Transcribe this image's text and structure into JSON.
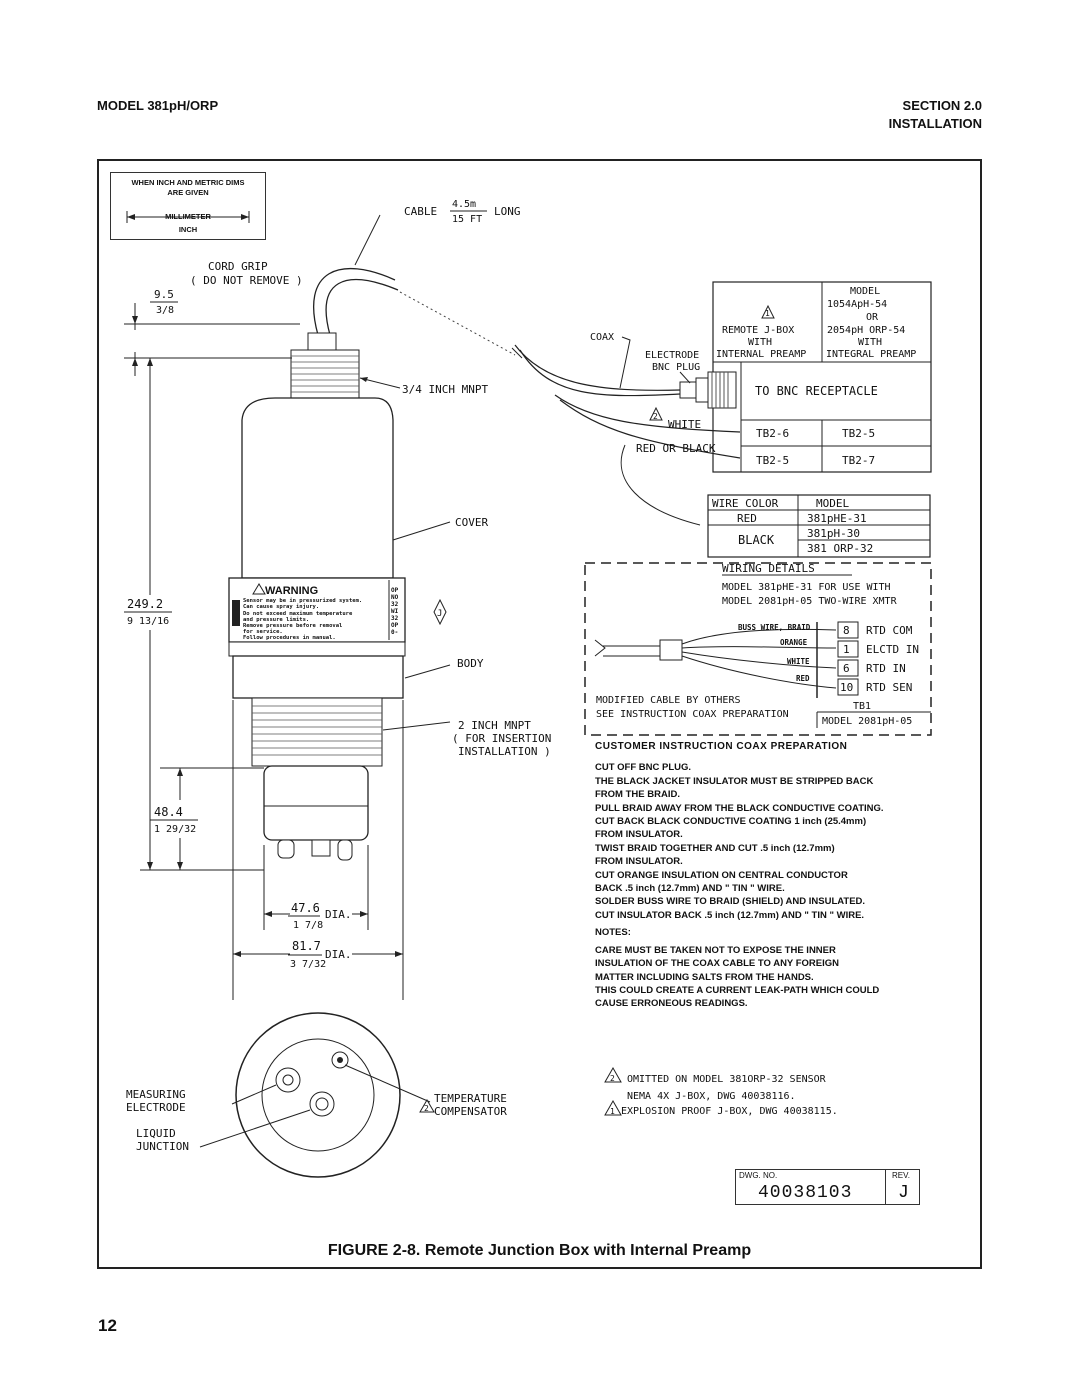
{
  "header": {
    "left": "MODEL 381pH/ORP",
    "right_line1": "SECTION 2.0",
    "right_line2": "INSTALLATION"
  },
  "legend": {
    "line1": "WHEN INCH AND METRIC DIMS",
    "line2": "ARE GIVEN",
    "top": "MILLIMETER",
    "bottom": "INCH"
  },
  "sensor": {
    "cable": "CABLE",
    "cable_len_top": "4.5m",
    "cable_len_bottom": "15 FT",
    "cable_long": "LONG",
    "cord_grip": "CORD GRIP",
    "cord_grip_note": "( DO NOT REMOVE )",
    "mnpt_top": "3/4 INCH MNPT",
    "cover": "COVER",
    "warning": "WARNING",
    "warning_body": [
      "Sensor may be in pressurized system.",
      "Can cause spray injury.",
      "Do not exceed maximum temperature",
      "and pressure limits.",
      "Remove pressure before removal",
      "for service.",
      "Follow procedures in manual."
    ],
    "rev_mark": "J",
    "body": "BODY",
    "mnpt_bottom_1": "2 INCH MNPT",
    "mnpt_bottom_2": "( FOR INSERTION",
    "mnpt_bottom_3": "INSTALLATION )",
    "dim_9_5": "9.5",
    "dim_3_8": "3/8",
    "dim_249_2": "249.2",
    "dim_9_13_16": "9 13/16",
    "dim_48_4": "48.4",
    "dim_1_29_32": "1 29/32",
    "dim_47_6": "47.6",
    "dim_1_7_8": "1 7/8",
    "dim_81_7": "81.7",
    "dim_3_7_32": "3 7/32",
    "dia": "DIA.",
    "measuring_1": "MEASURING",
    "measuring_2": "ELECTRODE",
    "liquid_1": "LIQUID",
    "liquid_2": "JUNCTION",
    "temp_1": "TEMPERATURE",
    "temp_2": "COMPENSATOR",
    "note_2": "2",
    "label_op": [
      "OP",
      "NO",
      "32",
      "WI",
      "32",
      "OP",
      "0-"
    ]
  },
  "jbox_table": {
    "col1": [
      "REMOTE J-BOX",
      "WITH",
      "INTERNAL PREAMP"
    ],
    "col2": [
      "MODEL",
      "1054ApH-54",
      "OR",
      "2054pH ORP-54",
      "WITH",
      "INTEGRAL PREAMP"
    ],
    "note_1": "1",
    "bnc_receptacle": "TO BNC RECEPTACLE",
    "row1": [
      "TB2-6",
      "TB2-5"
    ],
    "row2": [
      "TB2-5",
      "TB2-7"
    ],
    "coax": "COAX",
    "electrode_bnc_1": "ELECTRODE",
    "electrode_bnc_2": "BNC PLUG",
    "white": "WHITE",
    "red_or_black": "RED OR BLACK"
  },
  "wire_table": {
    "headers": [
      "WIRE COLOR",
      "MODEL"
    ],
    "red": "RED",
    "red_model": "381pHE-31",
    "black": "BLACK",
    "black_models": [
      "381pH-30",
      "381 ORP-32"
    ]
  },
  "wiring_details": {
    "title": "WIRING DETAILS",
    "line1": "MODEL 381pHE-31 FOR USE WITH",
    "line2": "MODEL 2081pH-05 TWO-WIRE XMTR",
    "wires": [
      "BUSS WIRE, BRAID",
      "ORANGE",
      "WHITE",
      "RED"
    ],
    "terms": [
      {
        "num": "8",
        "label": "RTD COM"
      },
      {
        "num": "1",
        "label": "ELCTD IN"
      },
      {
        "num": "6",
        "label": "RTD IN"
      },
      {
        "num": "10",
        "label": "RTD SEN"
      }
    ],
    "modified_1": "MODIFIED CABLE BY OTHERS",
    "modified_2": "SEE INSTRUCTION COAX PREPARATION",
    "tb1": "TB1",
    "model_2081": "MODEL 2081pH-05"
  },
  "instructions": {
    "title": "CUSTOMER INSTRUCTION COAX PREPARATION",
    "lines": [
      "CUT OFF BNC PLUG.",
      "THE BLACK JACKET INSULATOR MUST BE STRIPPED BACK",
      "FROM THE BRAID.",
      "PULL BRAID AWAY FROM THE BLACK CONDUCTIVE COATING.",
      "CUT BACK BLACK CONDUCTIVE COATING 1 inch (25.4mm)",
      "FROM INSULATOR.",
      "TWIST BRAID TOGETHER AND CUT .5 inch (12.7mm)",
      "FROM INSULATOR.",
      "CUT ORANGE INSULATION ON CENTRAL CONDUCTOR",
      "BACK .5 inch (12.7mm) AND \" TIN \" WIRE.",
      "SOLDER BUSS WIRE TO BRAID (SHIELD) AND INSULATED.",
      "CUT INSULATOR BACK .5 inch (12.7mm) AND \" TIN \" WIRE."
    ],
    "notes_title": "NOTES:",
    "notes": [
      "CARE MUST BE TAKEN NOT TO EXPOSE THE INNER",
      "INSULATION OF THE COAX CABLE TO ANY FOREIGN",
      "MATTER INCLUDING SALTS FROM THE HANDS.",
      "THIS COULD CREATE A CURRENT LEAK-PATH WHICH COULD",
      "CAUSE ERRONEOUS READINGS."
    ]
  },
  "footnotes": [
    {
      "mark": "2",
      "text": "OMITTED ON MODEL 381ORP-32 SENSOR"
    },
    {
      "mark": "",
      "text": "NEMA 4X J-BOX, DWG 40038116."
    },
    {
      "mark": "1",
      "text": "EXPLOSION PROOF J-BOX, DWG 40038115."
    }
  ],
  "dwg": {
    "no_label": "DWG. NO.",
    "rev_label": "REV.",
    "number": "40038103",
    "rev": "J"
  },
  "caption": "FIGURE 2-8. Remote Junction Box with Internal Preamp",
  "page_number": "12"
}
